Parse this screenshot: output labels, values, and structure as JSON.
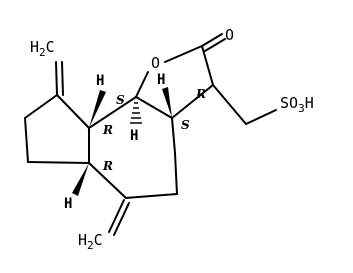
{
  "molecule": {
    "atoms": {
      "ring_oxygen": "O",
      "carbonyl_oxygen": "O",
      "sulfonic_group": "SO",
      "sulfonic_subscript": "3",
      "sulfonic_h": "H",
      "methylene_top_h2": "H",
      "methylene_top_subscript": "2",
      "methylene_top_c": "C",
      "methylene_bottom_h2": "H",
      "methylene_bottom_subscript": "2",
      "methylene_bottom_c": "C"
    },
    "hydrogens": {
      "h_c9a": "H",
      "h_c9b": "H",
      "h_c3a": "H",
      "h_c6a": "H"
    },
    "stereocenters": {
      "c9b": "S",
      "c3": "R",
      "c9a": "R",
      "c3a": "S",
      "c6a": "R"
    }
  }
}
